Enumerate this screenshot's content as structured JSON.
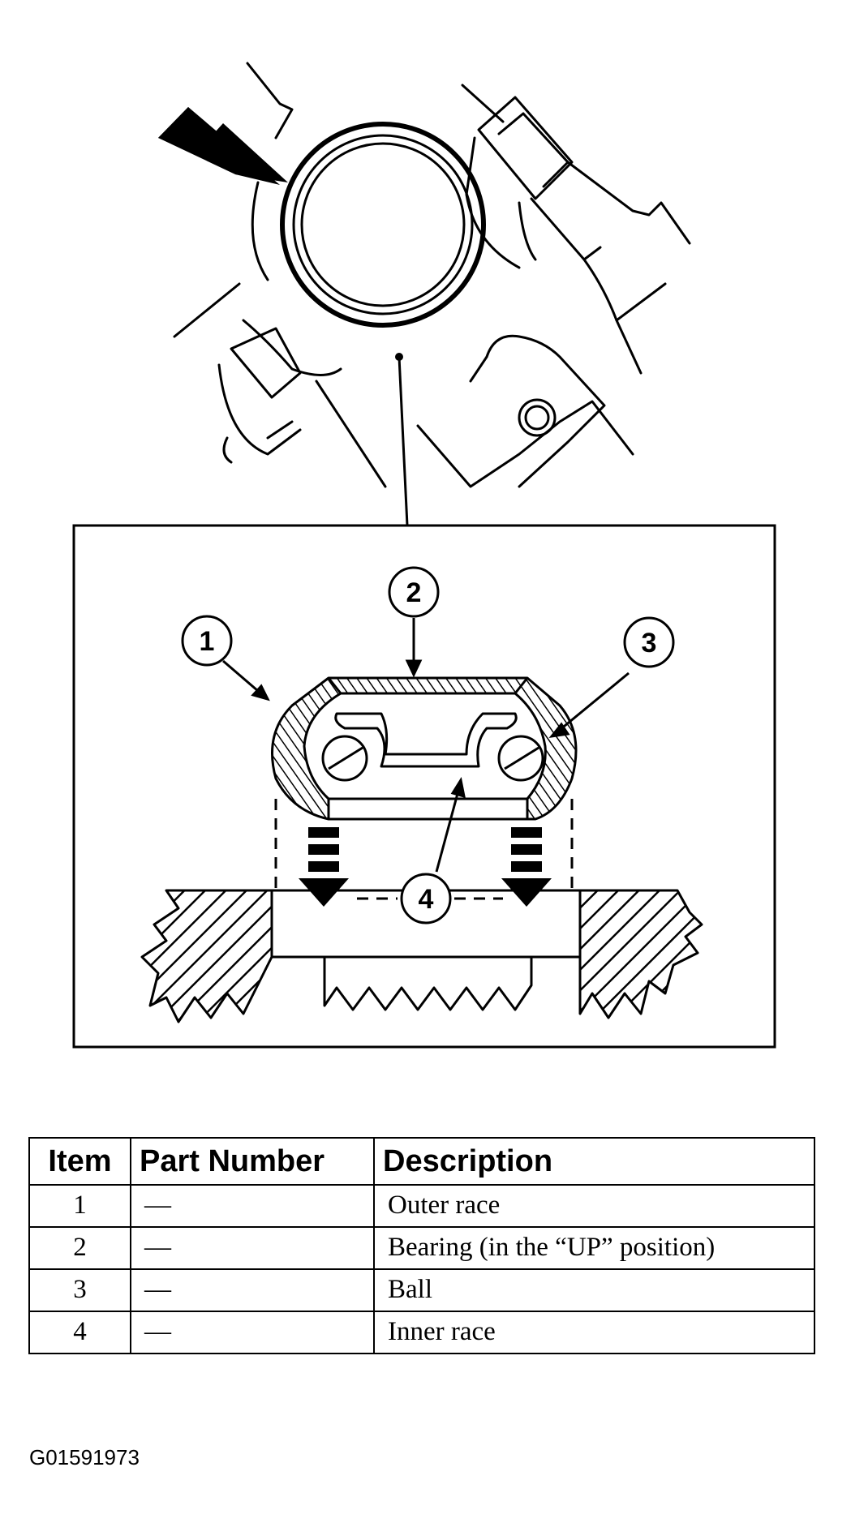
{
  "callouts": [
    "1",
    "2",
    "3",
    "4"
  ],
  "table": {
    "headers": [
      "Item",
      "Part Number",
      "Description"
    ],
    "rows": [
      {
        "item": "1",
        "part": "—",
        "description": "Outer race"
      },
      {
        "item": "2",
        "part": "—",
        "description": "Bearing (in the “UP” position)"
      },
      {
        "item": "3",
        "part": "—",
        "description": "Ball"
      },
      {
        "item": "4",
        "part": "—",
        "description": "Inner race"
      }
    ]
  },
  "figure_id": "G01591973"
}
